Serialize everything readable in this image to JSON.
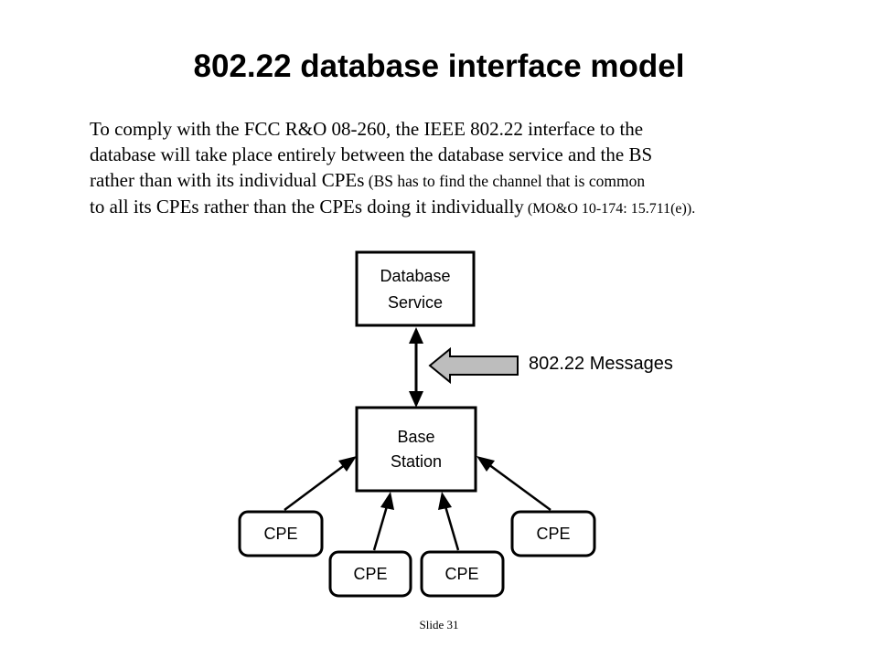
{
  "slide": {
    "title": "802.22 database interface model",
    "body_lines": [
      "To comply with the FCC R&O 08-260, the IEEE 802.22  interface to the",
      "database will take place entirely between the database service and the BS",
      "rather than with its individual CPEs",
      " (BS has to find the channel that is common",
      "to all its CPEs rather than the CPEs doing it individually",
      " (MO&O 10-174: 15.711(e))."
    ],
    "slide_number": "Slide 31"
  },
  "diagram": {
    "database_service": {
      "line1": "Database",
      "line2": "Service"
    },
    "base_station": {
      "line1": "Base",
      "line2": "Station"
    },
    "messages_label": "802.22 Messages",
    "cpe_labels": [
      "CPE",
      "CPE",
      "CPE",
      "CPE"
    ]
  }
}
